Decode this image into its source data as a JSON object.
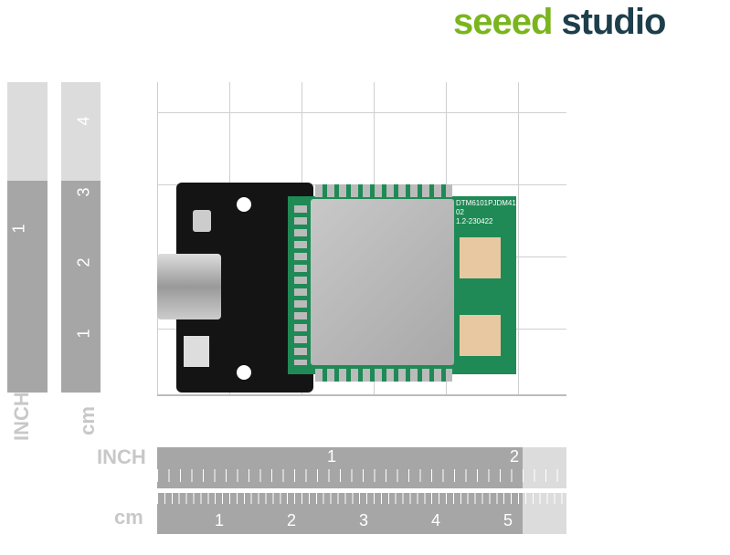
{
  "logo": {
    "part1": "seeed",
    "part2": "studio"
  },
  "left_rulers": {
    "inch_label": "INCH",
    "cm_label": "cm",
    "inch_numbers": [
      "1"
    ],
    "cm_numbers": [
      "4",
      "3",
      "2",
      "1"
    ]
  },
  "bottom_rulers": {
    "inch_label": "INCH",
    "cm_label": "cm",
    "inch_numbers": [
      "1",
      "2"
    ],
    "cm_numbers": [
      "1",
      "2",
      "3",
      "4",
      "5"
    ]
  },
  "module": {
    "line1": "DTM6101PJDM41",
    "line2": "02",
    "line3": "1.2-230422"
  },
  "colors": {
    "logo_green": "#7ab51d",
    "logo_dark": "#1d3f4b",
    "pcb_black": "#141414",
    "pcb_green": "#1f8a55",
    "shield": "#b9b9b9"
  }
}
